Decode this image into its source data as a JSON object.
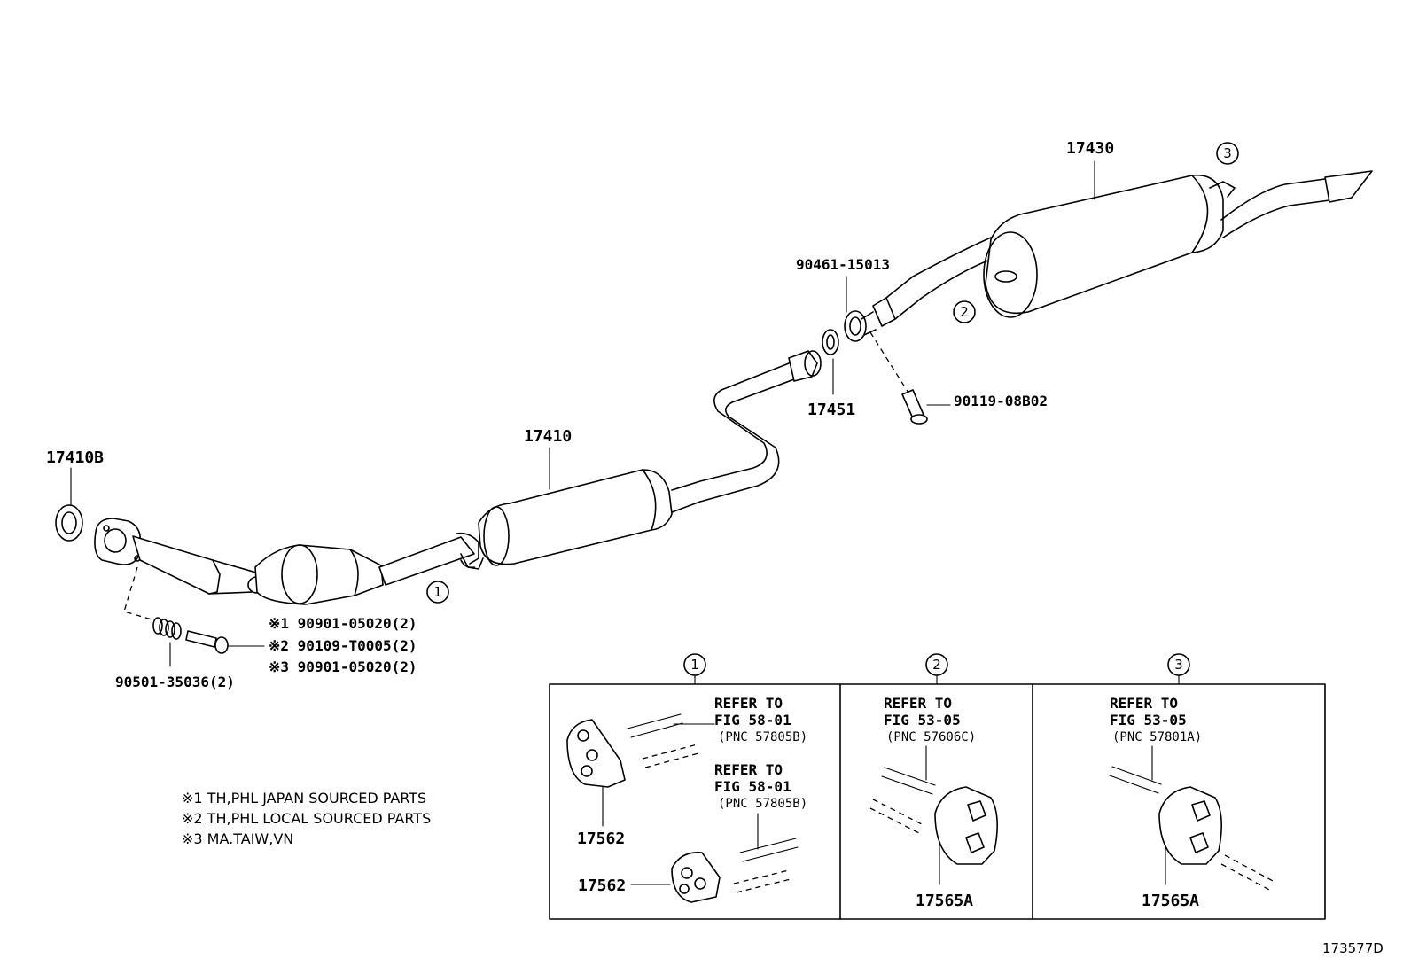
{
  "parts": {
    "p17410B": "17410B",
    "p17410": "17410",
    "p17430": "17430",
    "p17451": "17451",
    "p90461": "90461-15013",
    "p90119": "90119-08B02",
    "p90501": "90501-35036(2)",
    "bolt1": "※1 90901-05020(2)",
    "bolt2": "※2 90109-T0005(2)",
    "bolt3": "※3 90901-05020(2)"
  },
  "callouts": {
    "c1": "1",
    "c2": "2",
    "c3": "3"
  },
  "notes": [
    "※1 TH,PHL JAPAN SOURCED PARTS",
    "※2 TH,PHL LOCAL SOURCED PARTS",
    "※3 MA.TAIW,VN"
  ],
  "details": {
    "d1": {
      "num": "1",
      "ref1": [
        "REFER TO",
        "FIG 58-01",
        "(PNC 57805B)"
      ],
      "ref2": [
        "REFER TO",
        "FIG 58-01",
        "(PNC 57805B)"
      ],
      "part_a": "17562",
      "part_b": "17562"
    },
    "d2": {
      "num": "2",
      "ref": [
        "REFER TO",
        "FIG 53-05",
        "(PNC 57606C)"
      ],
      "part": "17565A"
    },
    "d3": {
      "num": "3",
      "ref": [
        "REFER TO",
        "FIG 53-05",
        "(PNC 57801A)"
      ],
      "part": "17565A"
    }
  },
  "figure_id": "173577D"
}
